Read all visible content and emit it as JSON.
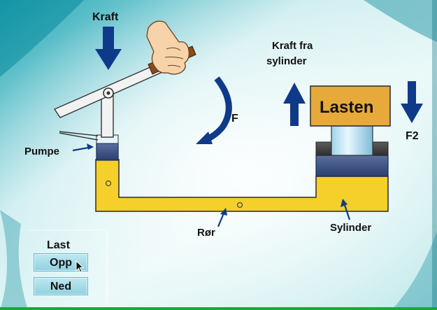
{
  "diagram": {
    "labels": {
      "force": "Kraft",
      "force_from_cylinder_line1": "Kraft fra",
      "force_from_cylinder_line2": "sylinder",
      "load": "Lasten",
      "f": "F",
      "f2": "F2",
      "pump": "Pumpe",
      "pipe": "Rør",
      "cylinder": "Sylinder"
    },
    "colors": {
      "fluid": "#f5cf2a",
      "piston": "#2f4a8c",
      "arrow": "#0f3a8a",
      "load_box": "#e6a93a",
      "lever": "#f0f0f0"
    },
    "icons": [
      "hand-icon",
      "down-arrow-icon",
      "up-arrow-icon",
      "curved-arrow-icon",
      "cursor-icon"
    ]
  },
  "controls": {
    "title": "Last",
    "up_label": "Opp",
    "down_label": "Ned"
  }
}
